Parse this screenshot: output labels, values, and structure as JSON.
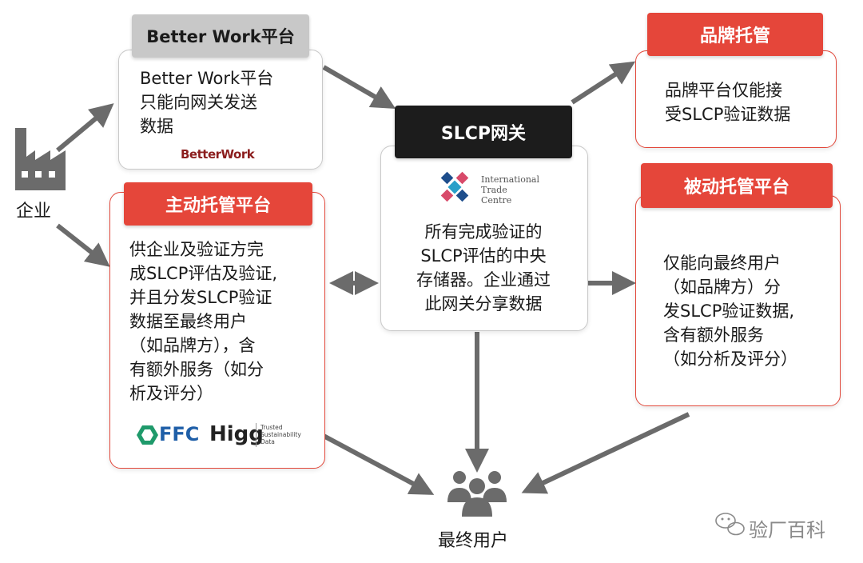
{
  "enterprise": {
    "label": "企业"
  },
  "better_work": {
    "header": "Better Work平台",
    "body": "Better Work平台\n只能向网关发送\n数据",
    "logo_text": "BetterWork"
  },
  "active_platform": {
    "header": "主动托管平台",
    "body": "供企业及验证方完\n成SLCP评估及验证,\n并且分发SLCP验证\n数据至最终用户\n（如品牌方），含\n有额外服务（如分\n析及评分）",
    "logo_ffc": "FFC",
    "logo_higg": "Higg",
    "logo_higg_tag": "Trusted\nSustainability\nData"
  },
  "gateway": {
    "header": "SLCP网关",
    "logo_text": "International\nTrade\nCentre",
    "body": "所有完成验证的\nSLCP评估的中央\n存储器。企业通过\n此网关分享数据"
  },
  "brand_hosting": {
    "header": "品牌托管",
    "body": "品牌平台仅能接\n受SLCP验证数据"
  },
  "passive_platform": {
    "header": "被动托管平台",
    "body": "仅能向最终用户\n（如品牌方）分\n发SLCP验证数据,\n含有额外服务\n（如分析及评分）"
  },
  "end_users": {
    "label": "最终用户"
  },
  "watermark": {
    "text": "验厂百科"
  },
  "colors": {
    "accent_red": "#e5463a",
    "arrow_gray": "#6b6b6b",
    "header_gray": "#c8c8c8",
    "header_black": "#1c1c1c"
  }
}
